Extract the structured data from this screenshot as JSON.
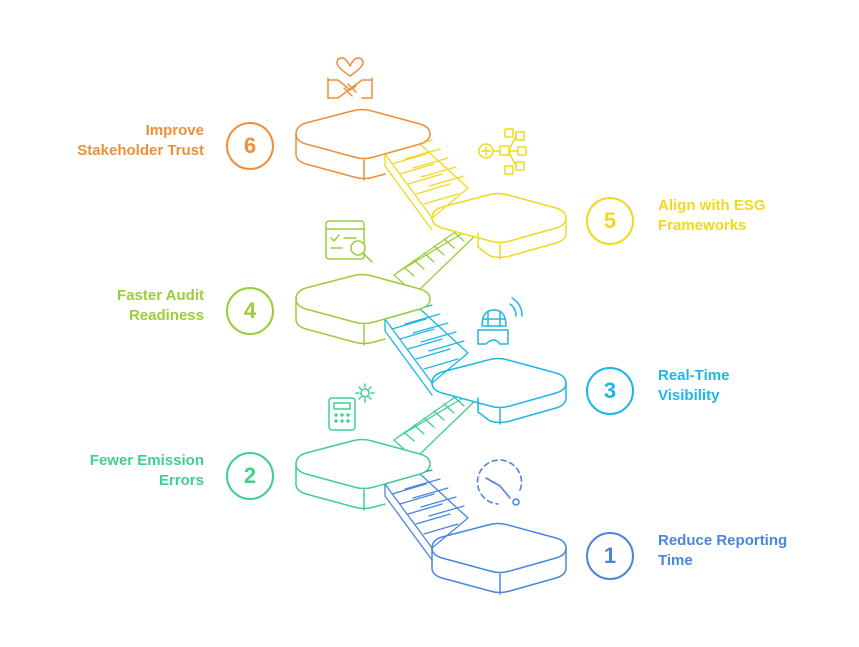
{
  "colors": {
    "step1": "#4A86E0",
    "step2": "#3FCF8E",
    "step3": "#1FB6E6",
    "step4": "#9ACD3A",
    "step5": "#F2D81E",
    "step6": "#EE8F3A"
  },
  "steps": [
    {
      "number": "1",
      "label_line1": "Reduce Reporting",
      "label_line2": "Time",
      "icon": "clock-icon"
    },
    {
      "number": "2",
      "label_line1": "Fewer Emission",
      "label_line2": "Errors",
      "icon": "calculator-gear-icon"
    },
    {
      "number": "3",
      "label_line1": "Real-Time",
      "label_line2": "Visibility",
      "icon": "vr-headset-icon"
    },
    {
      "number": "4",
      "label_line1": "Faster Audit",
      "label_line2": "Readiness",
      "icon": "checklist-magnifier-icon"
    },
    {
      "number": "5",
      "label_line1": "Align with ESG",
      "label_line2": "Frameworks",
      "icon": "network-plus-icon"
    },
    {
      "number": "6",
      "label_line1": "Improve",
      "label_line2": "Stakeholder Trust",
      "icon": "handshake-heart-icon"
    }
  ]
}
